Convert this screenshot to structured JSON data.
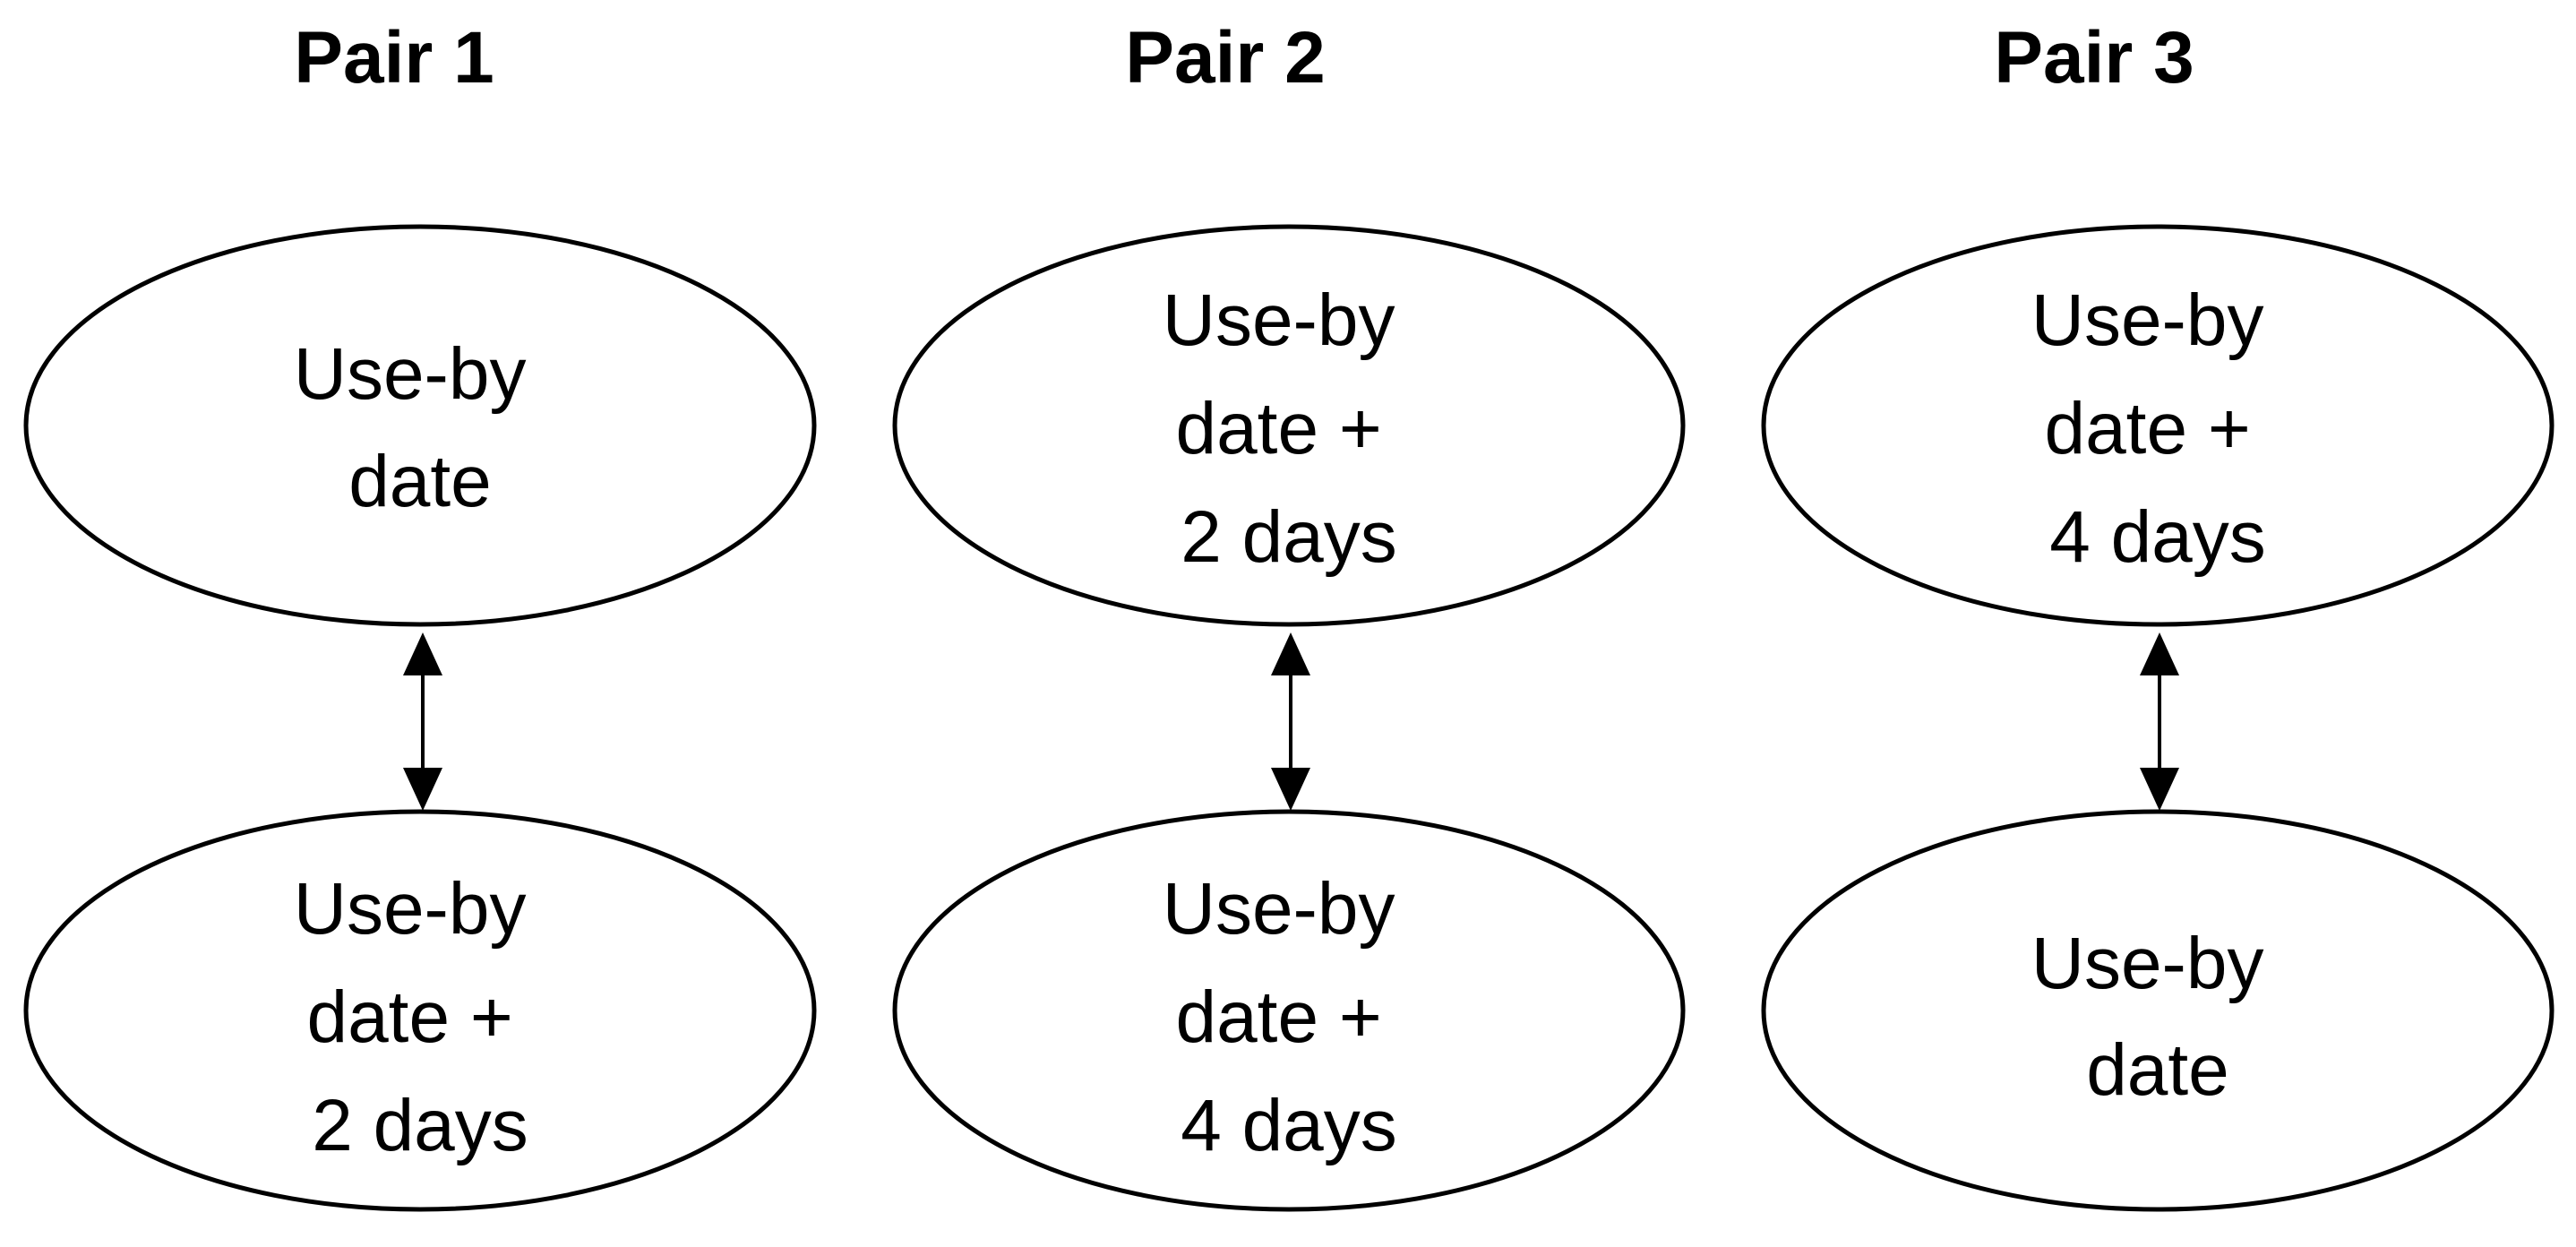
{
  "pairs": [
    {
      "title": "Pair 1",
      "top": {
        "lines": [
          "Use-by",
          "date"
        ]
      },
      "bottom": {
        "lines": [
          "Use-by",
          "date +",
          "2 days"
        ]
      }
    },
    {
      "title": "Pair 2",
      "top": {
        "lines": [
          "Use-by",
          "date +",
          "2 days"
        ]
      },
      "bottom": {
        "lines": [
          "Use-by",
          "date +",
          "4 days"
        ]
      }
    },
    {
      "title": "Pair 3",
      "top": {
        "lines": [
          "Use-by",
          "date +",
          "4 days"
        ]
      },
      "bottom": {
        "lines": [
          "Use-by",
          "date"
        ]
      }
    }
  ],
  "colors": {
    "stroke": "#000000",
    "fill": "#ffffff",
    "text": "#000000"
  }
}
